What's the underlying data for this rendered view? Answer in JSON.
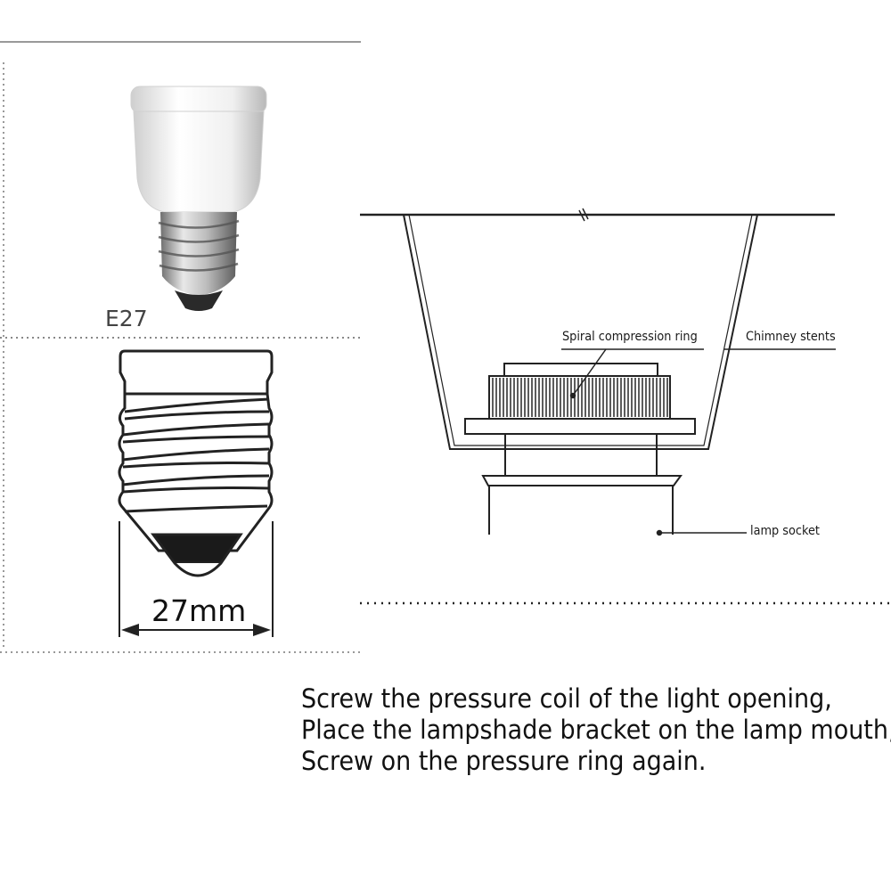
{
  "bulb": {
    "socket_type_label": "E27",
    "diameter_label": "27mm"
  },
  "diagram": {
    "spiral_ring_label": "Spiral compression ring",
    "chimney_label": "Chimney stents",
    "socket_label": "lamp socket"
  },
  "instructions": {
    "line1": "Screw the pressure coil of the light opening,",
    "line2": "Place the lampshade bracket on the lamp mouth,",
    "line3": "Screw on the pressure ring again."
  },
  "colors": {
    "line": "#222222",
    "dotted": "#999999",
    "bulb_white": "#f2f2f2",
    "metal": "#b9b9b9"
  }
}
